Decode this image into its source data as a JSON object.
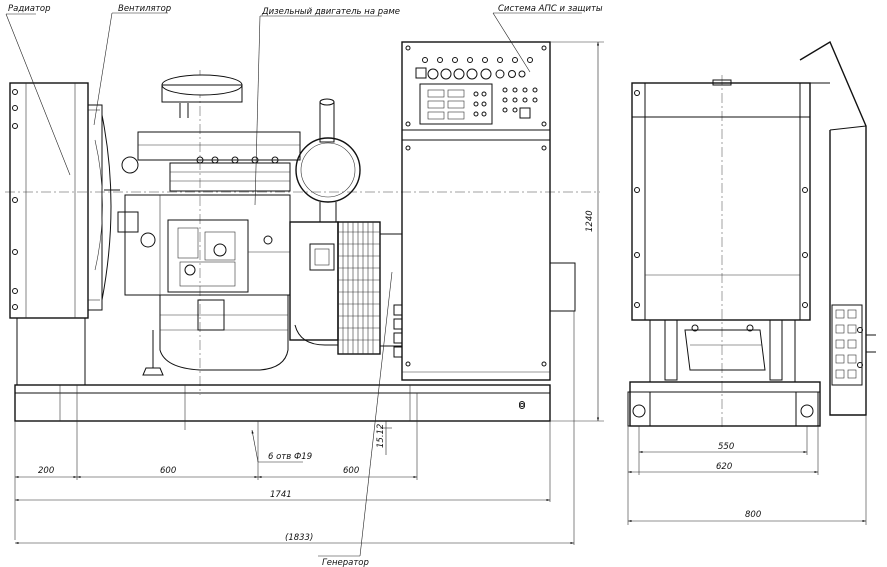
{
  "labels": {
    "radiator": "Радиатор",
    "fan": "Вентилятор",
    "engine": "Дизельный двигатель на раме",
    "control_system": "Система АПС и защиты",
    "generator": "Генератор"
  },
  "dimensions": {
    "d200": "200",
    "d600_left": "600",
    "d600_right": "600",
    "holes": "6 отв Ф19",
    "d1741": "1741",
    "d1833": "(1833)",
    "h1240": "1240",
    "h15": "15.12",
    "w550": "550",
    "w620": "620",
    "w800": "800"
  }
}
